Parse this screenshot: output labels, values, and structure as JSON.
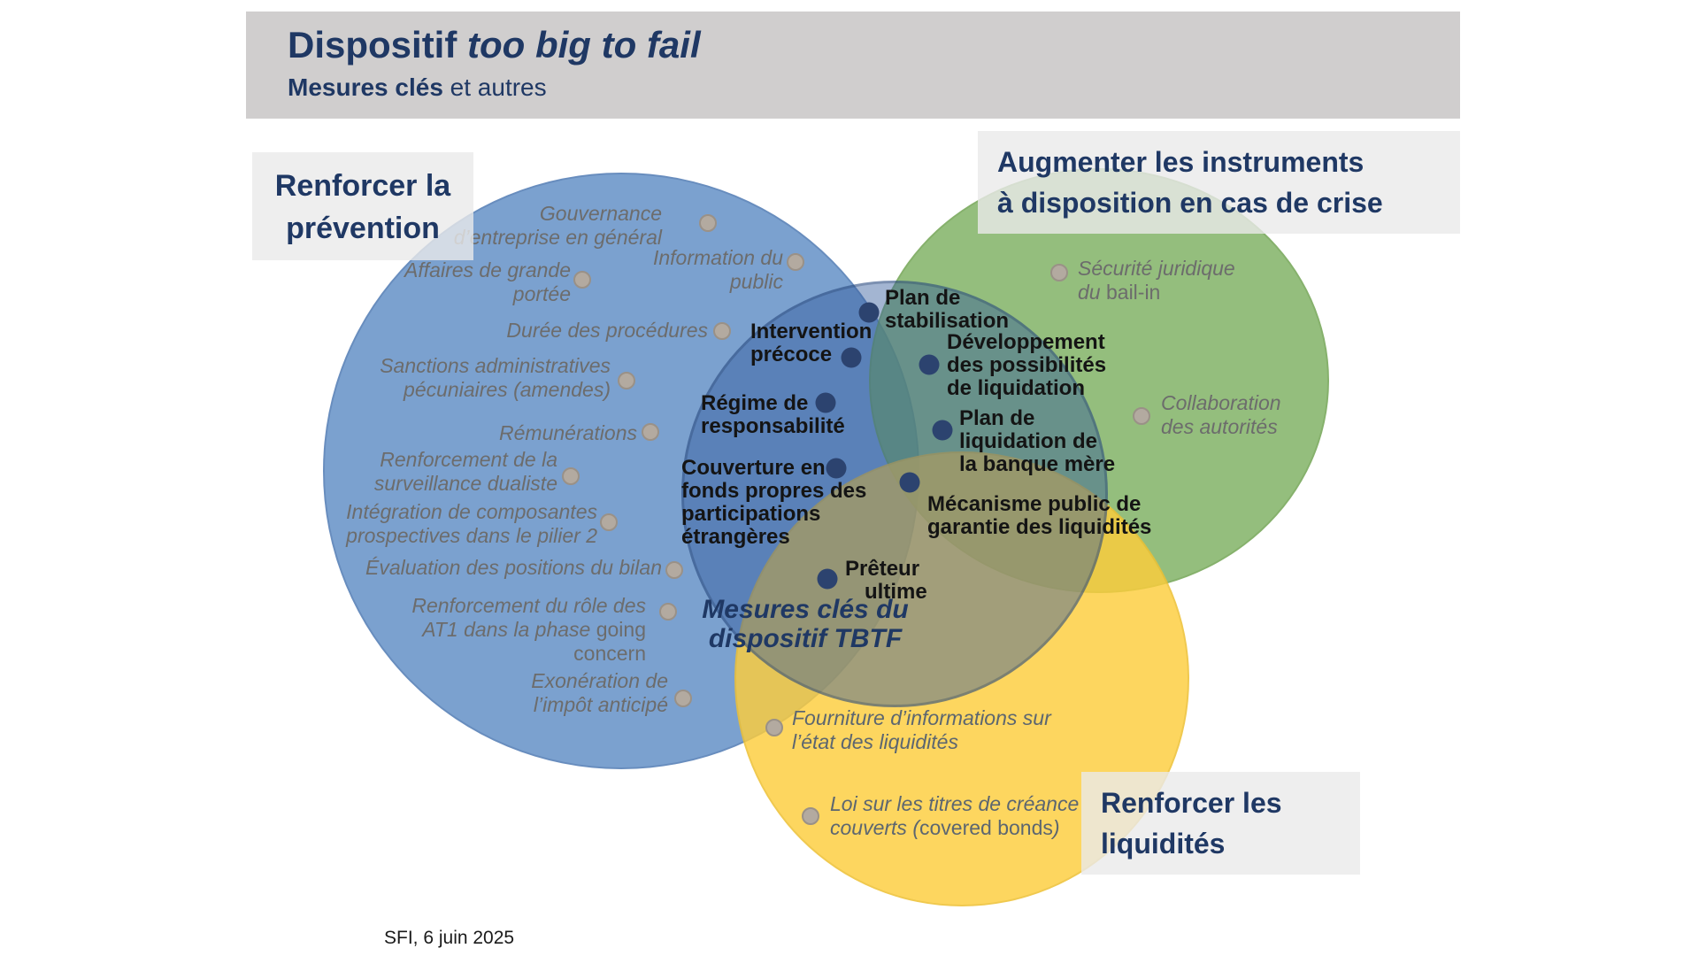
{
  "header": {
    "title_prefix": "Dispositif ",
    "title_italic": "too big to fail",
    "subtitle_bold": "Mesures clés",
    "subtitle_rest": " et autres"
  },
  "section_labels": {
    "prevention": {
      "lines": [
        "Renforcer la",
        "prévention"
      ]
    },
    "instruments": {
      "lines": [
        "Augmenter les instruments",
        "à disposition en cas de crise"
      ]
    },
    "liquidites": {
      "lines": [
        "Renforcer les",
        "liquidités"
      ]
    }
  },
  "center_label": {
    "lines": [
      "Mesures clés du",
      "dispositif TBTF"
    ]
  },
  "items": {
    "prevention": [
      {
        "lines": [
          "Gouvernance",
          "d’entreprise en général"
        ]
      },
      {
        "lines": [
          "Information du",
          "public"
        ]
      },
      {
        "lines": [
          "Affaires de grande",
          "portée"
        ]
      },
      {
        "lines": [
          "Durée des procédures"
        ]
      },
      {
        "lines": [
          "Sanctions administratives",
          "pécuniaires (amendes)"
        ]
      },
      {
        "lines": [
          "Rémunérations"
        ]
      },
      {
        "lines": [
          "Renforcement de la",
          "surveillance dualiste"
        ]
      },
      {
        "lines": [
          "Intégration de composantes",
          "prospectives dans le pilier 2"
        ]
      },
      {
        "lines": [
          "Évaluation des positions du bilan"
        ]
      },
      {
        "lines": [
          "Renforcement du rôle des",
          "AT1 dans la phase going",
          "concern"
        ]
      },
      {
        "lines": [
          "Exonération de",
          "l’impôt anticipé"
        ]
      }
    ],
    "instruments": [
      {
        "lines": [
          "Sécurité juridique",
          "du bail-in"
        ]
      },
      {
        "lines": [
          "Collaboration",
          "des autorités"
        ]
      }
    ],
    "liquidites": [
      {
        "lines": [
          "Fourniture d’informations sur",
          "l’état des liquidités"
        ]
      },
      {
        "lines": [
          "Loi sur les titres de créance",
          "couverts (covered bonds)"
        ]
      }
    ],
    "measures": [
      {
        "lines": [
          "Plan de",
          "stabilisation"
        ]
      },
      {
        "lines": [
          "Intervention",
          "précoce"
        ]
      },
      {
        "lines": [
          "Développement",
          "des possibilités",
          "de liquidation"
        ]
      },
      {
        "lines": [
          "Régime de",
          "responsabilité"
        ]
      },
      {
        "lines": [
          "Plan de",
          "liquidation de",
          "la banque mère"
        ]
      },
      {
        "lines": [
          "Couverture en",
          "fonds propres des",
          "participations",
          "étrangères"
        ]
      },
      {
        "lines": [
          "Mécanisme public de",
          "garantie des liquidités"
        ]
      },
      {
        "lines": [
          "Prêteur",
          "ultime"
        ]
      }
    ]
  },
  "typography": {
    "upright_words": [
      "going",
      "concern",
      "bail-in",
      "covered bonds"
    ]
  },
  "colors": {
    "navy": "#1F3864",
    "title_bar_bg": "#D0CECE",
    "label_box_bg": "#ECECEC",
    "blue_circle": "#5686C2",
    "green_circle": "#76AC58",
    "yellow_circle": "#FCCD3C",
    "key_overlay": "#325A9B",
    "gray_item_text": "#6C6C6C",
    "measure_text": "#141414",
    "gray_dot": "#B3AAA0",
    "navy_dot": "#2C436F"
  },
  "footer": {
    "text": "SFI, 6 juin 2025"
  }
}
